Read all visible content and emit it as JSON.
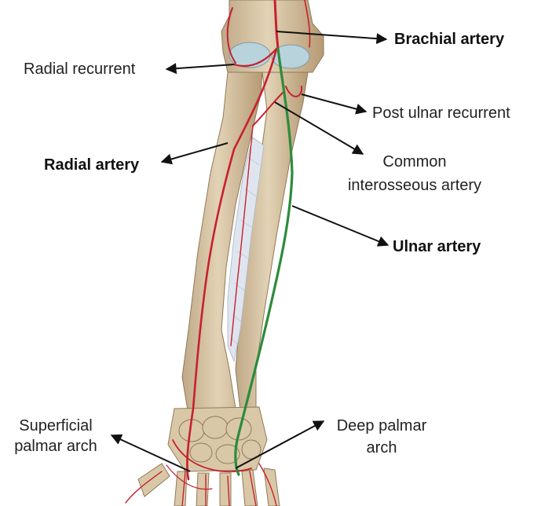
{
  "labels": {
    "brachial_artery": "Brachial artery",
    "radial_recurrent": "Radial recurrent",
    "post_ulnar_recurrent": "Post ulnar recurrent",
    "radial_artery": "Radial artery",
    "common_interosseous_line1": "Common",
    "common_interosseous_line2": "interosseous artery",
    "ulnar_artery": "Ulnar artery",
    "superficial_palmar_arch_line1": "Superficial",
    "superficial_palmar_arch_line2": "palmar arch",
    "deep_palmar_arch_line1": "Deep palmar",
    "deep_palmar_arch_line2": "arch"
  },
  "colors": {
    "bone": "#d9c8a8",
    "bone_shadow": "#b9a07a",
    "cartilage": "#b9d3dc",
    "artery_red": "#c8202e",
    "ulnar_green": "#2e8b3a",
    "membrane": "#dfe5ee",
    "leader": "#111111"
  }
}
